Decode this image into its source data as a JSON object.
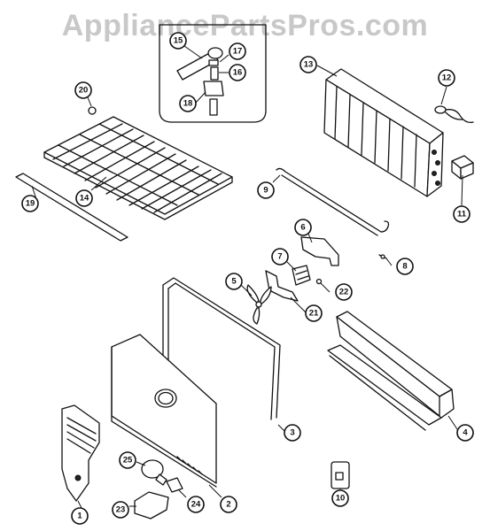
{
  "watermark": "AppliancePartsPros.com",
  "callouts": [
    "1",
    "2",
    "3",
    "4",
    "5",
    "6",
    "7",
    "8",
    "9",
    "10",
    "11",
    "12",
    "13",
    "14",
    "15",
    "16",
    "17",
    "18",
    "19",
    "20",
    "21",
    "22",
    "23",
    "24",
    "25"
  ],
  "colors": {
    "line": "#111111",
    "watermark": "#c8c8c8",
    "background": "#ffffff"
  }
}
